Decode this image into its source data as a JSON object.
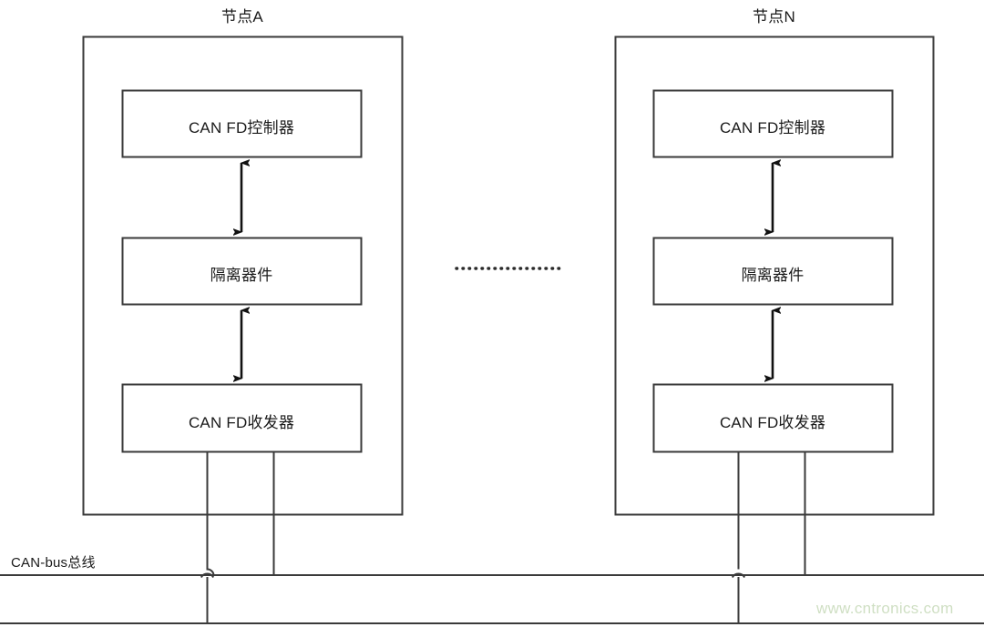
{
  "diagram": {
    "title_nodeA": "节点A",
    "title_nodeN": "节点N",
    "bus_label": "CAN-bus总线",
    "watermark": "www.cntronics.com",
    "line_color": "#3a3a3a",
    "text_color": "#1a1a1a",
    "watermark_color": "#cfdfc3",
    "background_color": "#ffffff",
    "nodes": [
      {
        "id": "node-a",
        "title": "节点A",
        "blocks": [
          {
            "id": "controller",
            "label": "CAN FD控制器"
          },
          {
            "id": "isolator",
            "label": "隔离器件"
          },
          {
            "id": "transceiver",
            "label": "CAN FD收发器"
          }
        ],
        "connectors": [
          {
            "from": "controller",
            "to": "isolator",
            "type": "double-arrow"
          },
          {
            "from": "isolator",
            "to": "transceiver",
            "type": "double-arrow"
          }
        ],
        "bus_legs": [
          {
            "id": "can-low-leg",
            "target": "bus-line-2",
            "crossing": "hop"
          },
          {
            "id": "can-high-leg",
            "target": "bus-line-1",
            "crossing": "tee"
          }
        ]
      },
      {
        "id": "node-n",
        "title": "节点N",
        "blocks": [
          {
            "id": "controller",
            "label": "CAN FD控制器"
          },
          {
            "id": "isolator",
            "label": "隔离器件"
          },
          {
            "id": "transceiver",
            "label": "CAN FD收发器"
          }
        ],
        "connectors": [
          {
            "from": "controller",
            "to": "isolator",
            "type": "double-arrow"
          },
          {
            "from": "isolator",
            "to": "transceiver",
            "type": "double-arrow"
          }
        ],
        "bus_legs": [
          {
            "id": "can-low-leg",
            "target": "bus-line-2",
            "crossing": "hop"
          },
          {
            "id": "can-high-leg",
            "target": "bus-line-1",
            "crossing": "tee"
          }
        ]
      }
    ],
    "ellipsis": {
      "id": "node-ellipsis",
      "style": "dotted",
      "dot_count": 17
    },
    "bus_lines": [
      {
        "id": "bus-line-1"
      },
      {
        "id": "bus-line-2"
      }
    ]
  }
}
